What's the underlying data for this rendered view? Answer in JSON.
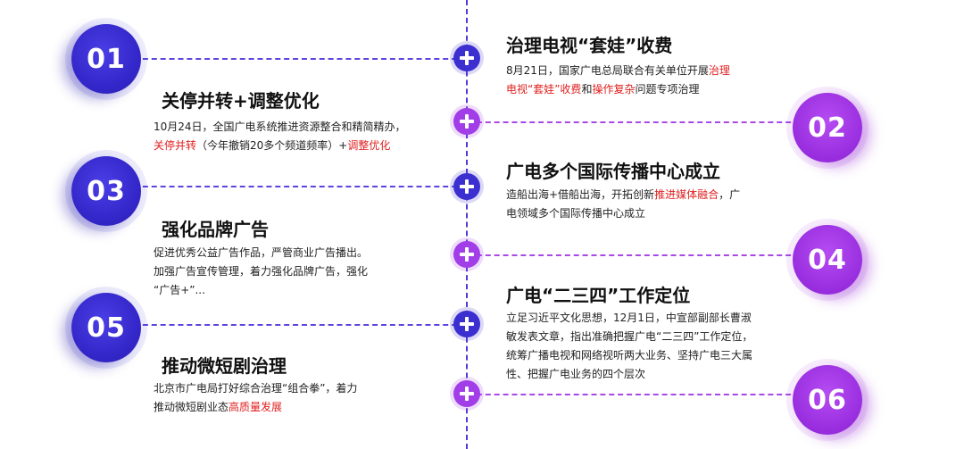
{
  "colors": {
    "blue": "#3326c8",
    "purple": "#9a2fe0",
    "highlight": "#e02020"
  },
  "items": [
    {
      "num": "01",
      "title": "关停并转+调整优化",
      "lines": [
        [
          {
            "t": "10月24日，全国广电系统推进资源整合和精简精办，"
          }
        ],
        [
          {
            "t": "关停并转",
            "hl": true
          },
          {
            "t": "（今年撤销20多个频道频率）+"
          },
          {
            "t": "调整优化",
            "hl": true
          }
        ]
      ]
    },
    {
      "num": "02",
      "title": "治理电视“套娃”收费",
      "lines": [
        [
          {
            "t": "8月21日，国家广电总局联合有关单位开展"
          },
          {
            "t": "治理",
            "hl": true
          }
        ],
        [
          {
            "t": "电视“套娃”收费",
            "hl": true
          },
          {
            "t": "和"
          },
          {
            "t": "操作复杂",
            "hl": true
          },
          {
            "t": "问题专项治理"
          }
        ]
      ]
    },
    {
      "num": "03",
      "title": "强化品牌广告",
      "lines": [
        [
          {
            "t": "促进优秀公益广告作品，严管商业广告播出。"
          }
        ],
        [
          {
            "t": "加强广告宣传管理，着力强化品牌广告，强化"
          }
        ],
        [
          {
            "t": "“广告+”..."
          }
        ]
      ]
    },
    {
      "num": "04",
      "title": "广电多个国际传播中心成立",
      "lines": [
        [
          {
            "t": "造船出海+借船出海，开拓创新"
          },
          {
            "t": "推进媒体融合",
            "hl": true
          },
          {
            "t": "，广"
          }
        ],
        [
          {
            "t": "电领域多个国际传播中心成立"
          }
        ]
      ]
    },
    {
      "num": "05",
      "title": "推动微短剧治理",
      "lines": [
        [
          {
            "t": "北京市广电局打好综合治理“组合拳”，着力"
          }
        ],
        [
          {
            "t": "推动微短剧业态"
          },
          {
            "t": "高质量发展",
            "hl": true
          }
        ]
      ]
    },
    {
      "num": "06",
      "title": "广电“二三四”工作定位",
      "lines": [
        [
          {
            "t": "立足习近平文化思想，12月1日，中宣部副部长曹淑"
          }
        ],
        [
          {
            "t": "敏发表文章，指出准确把握广电“二三四”工作定位，"
          }
        ],
        [
          {
            "t": "统筹广播电视和网络视听两大业务、坚持广电三大属"
          }
        ],
        [
          {
            "t": "性、把握广电业务的四个层次"
          }
        ]
      ]
    }
  ]
}
